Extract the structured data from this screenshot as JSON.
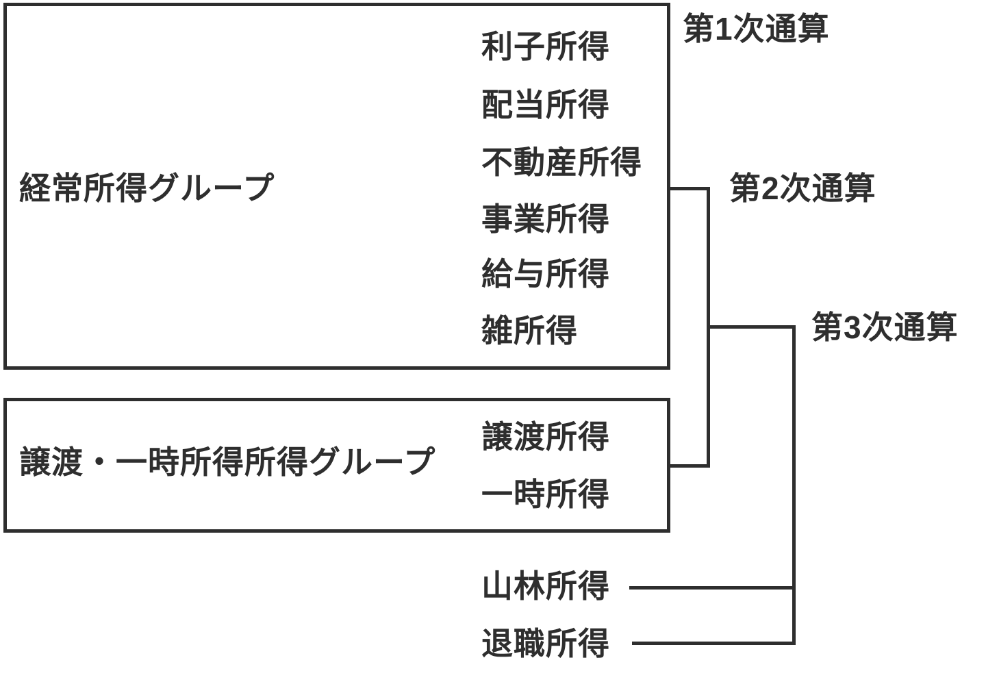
{
  "diagram": {
    "colors": {
      "ink": "#2e2e2e",
      "background": "#ffffff"
    },
    "groups": [
      {
        "label": "経常所得グループ",
        "items": [
          "利子所得",
          "配当所得",
          "不動産所得",
          "事業所得",
          "給与所得",
          "雑所得"
        ]
      },
      {
        "label": "譲渡・一時所得所得グループ",
        "items": [
          "譲渡所得",
          "一時所得"
        ]
      }
    ],
    "standalone_items": [
      "山林所得",
      "退職所得"
    ],
    "aggregations": [
      "第1次通算",
      "第2次通算",
      "第3次通算"
    ]
  }
}
